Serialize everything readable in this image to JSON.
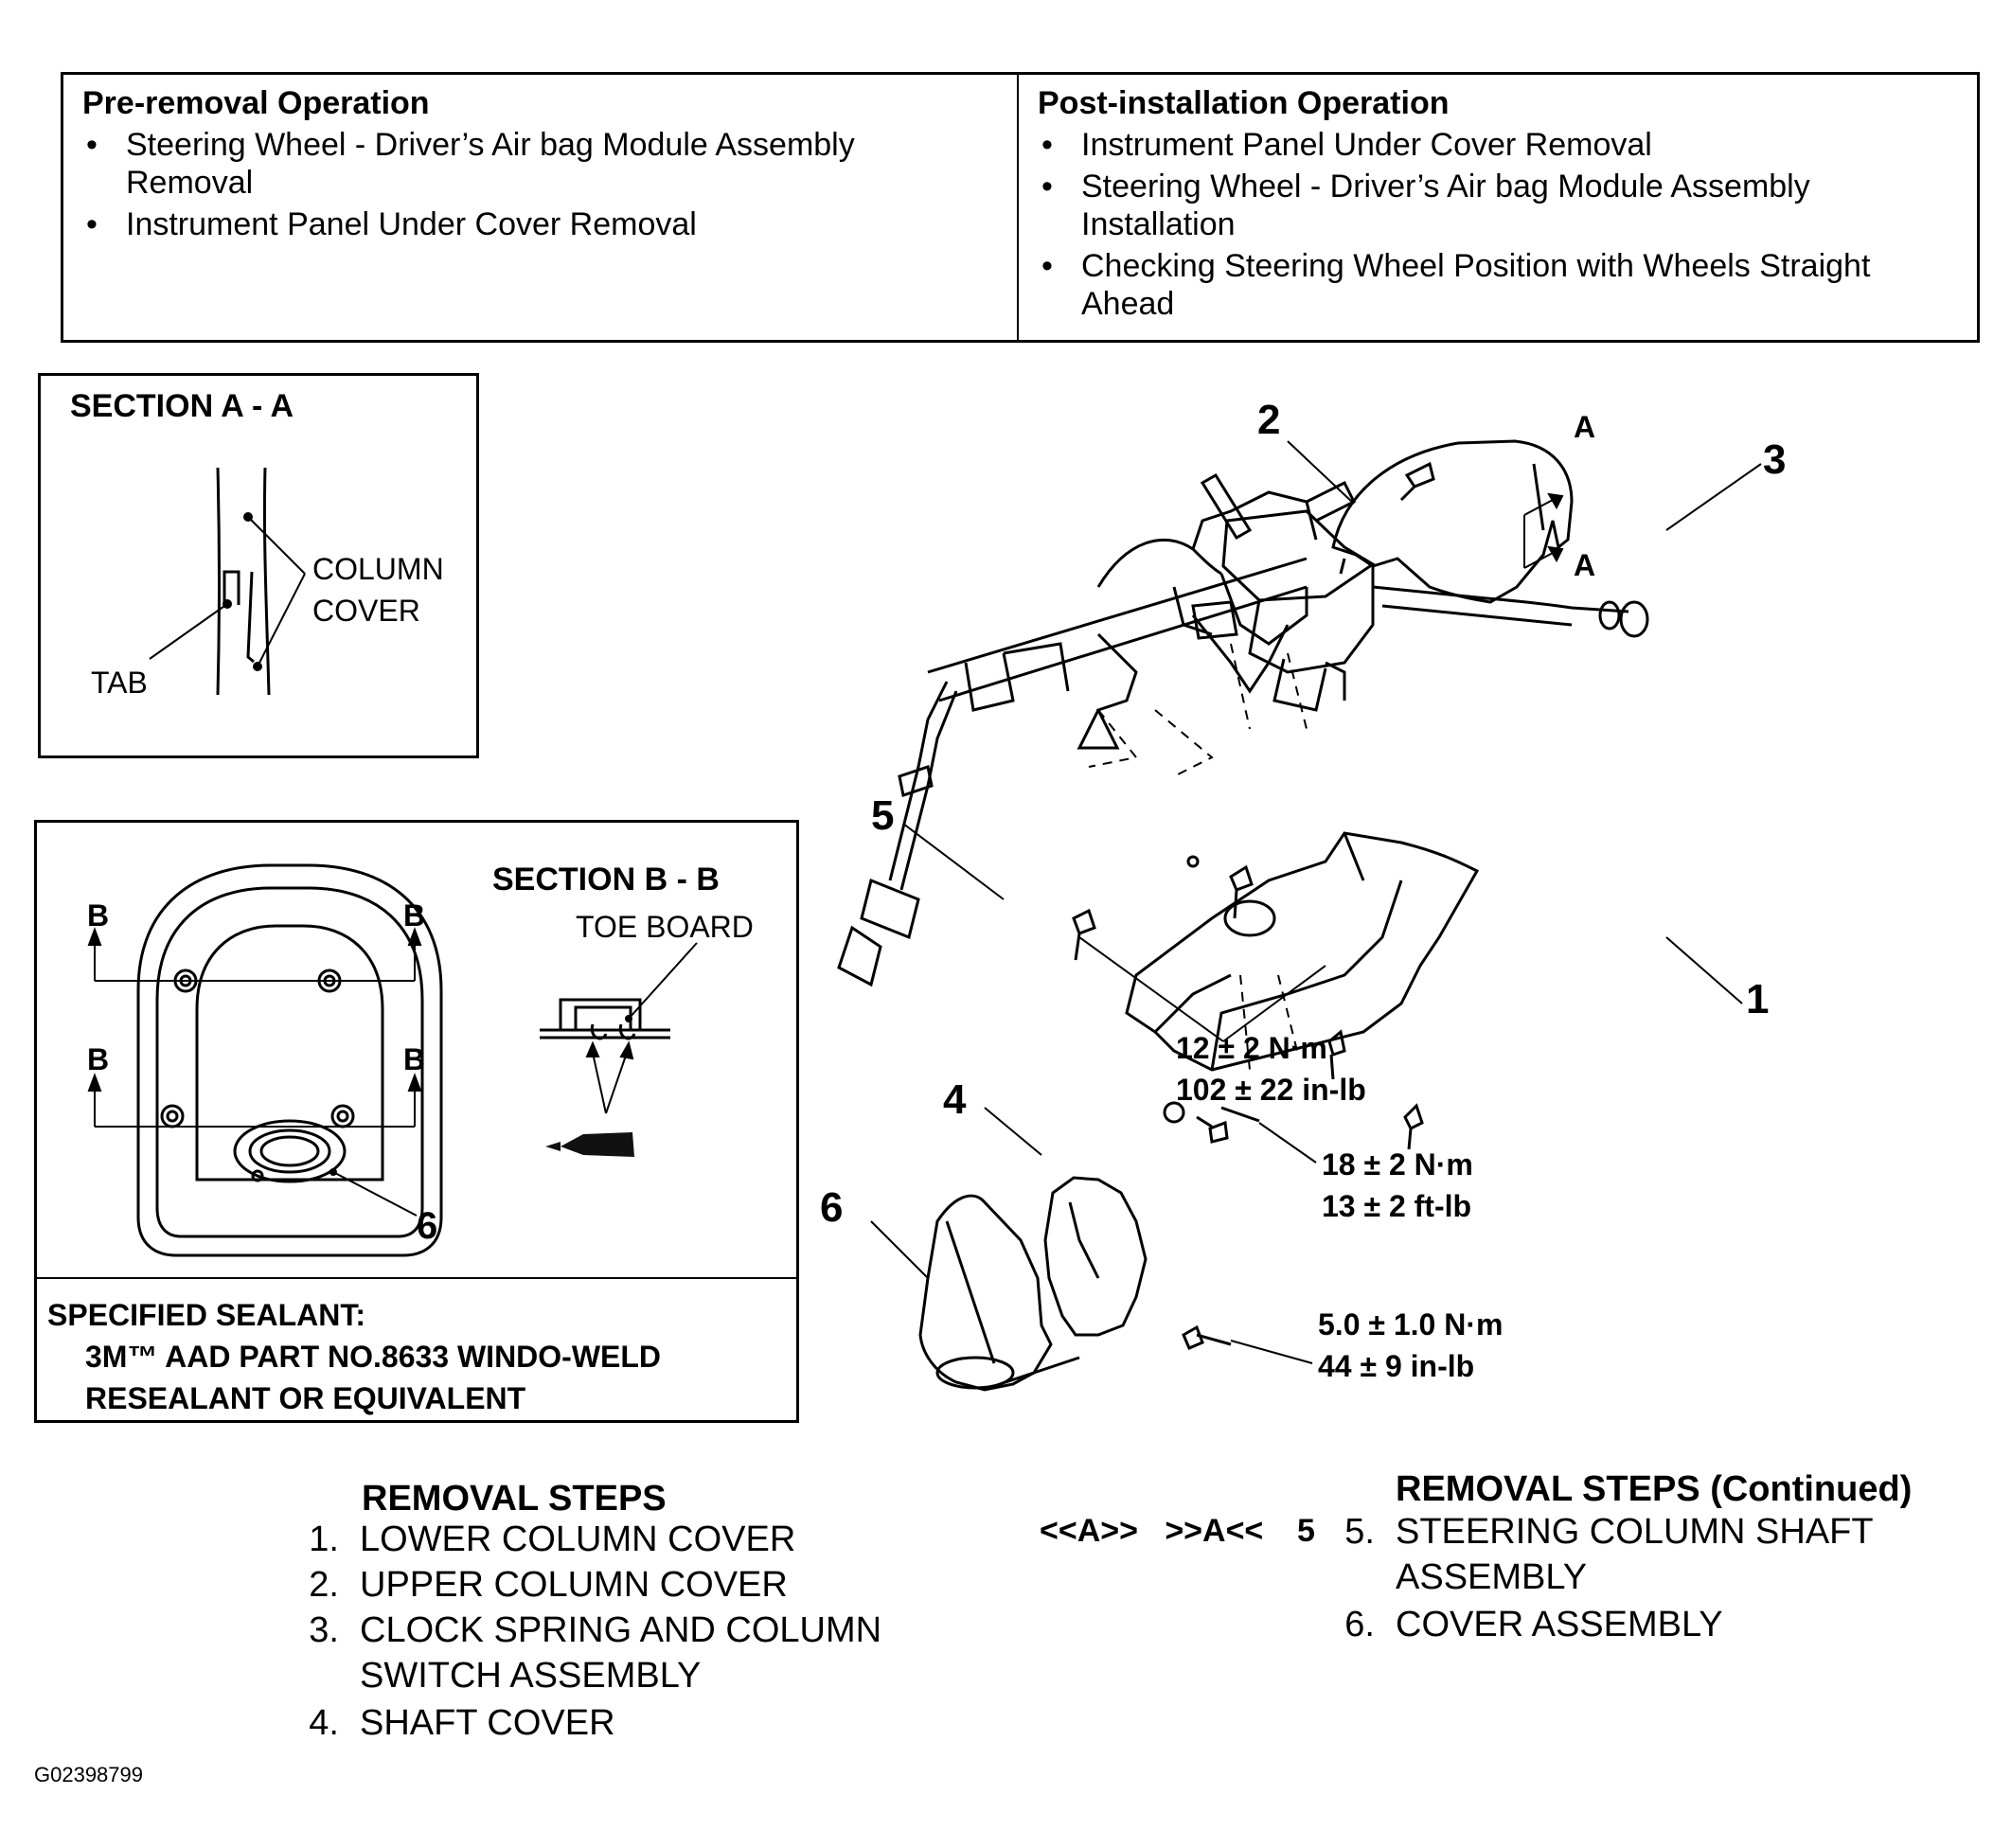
{
  "pre_removal": {
    "heading": "Pre-removal Operation",
    "items": [
      "Steering Wheel - Driver’s Air bag Module Assembly Removal",
      "Instrument Panel Under Cover Removal"
    ]
  },
  "post_installation": {
    "heading": "Post-installation Operation",
    "items": [
      "Instrument Panel Under Cover Removal",
      "Steering Wheel - Driver’s Air bag Module Assembly Installation",
      "Checking Steering Wheel Position with Wheels Straight Ahead"
    ]
  },
  "section_a": {
    "title": "SECTION A - A",
    "column_cover_line1": "COLUMN",
    "column_cover_line2": "COVER",
    "tab_label": "TAB"
  },
  "section_b": {
    "title": "SECTION B - B",
    "toe_board": "TOE BOARD",
    "marker": "B",
    "part_number": "6",
    "sealant_label": "SPECIFIED SEALANT:",
    "sealant_line1": "3M™ AAD PART NO.8633 WINDO-WELD",
    "sealant_line2": "RESEALANT OR EQUIVALENT"
  },
  "diagram": {
    "callouts": [
      "1",
      "2",
      "3",
      "4",
      "5",
      "6"
    ],
    "section_marker": "A",
    "torques": [
      {
        "metric": "12 ± 2 N·m",
        "imperial": "102 ± 22 in-lb"
      },
      {
        "metric": "18 ± 2 N·m",
        "imperial": "13 ± 2 ft-lb"
      },
      {
        "metric": "5.0 ± 1.0 N·m",
        "imperial": "44 ± 9 in-lb"
      }
    ]
  },
  "removal_steps": {
    "title": "REMOVAL STEPS",
    "steps": [
      {
        "num": "1.",
        "lines": [
          "LOWER COLUMN COVER"
        ]
      },
      {
        "num": "2.",
        "lines": [
          "UPPER COLUMN COVER"
        ]
      },
      {
        "num": "3.",
        "lines": [
          "CLOCK SPRING AND COLUMN",
          "SWITCH ASSEMBLY"
        ]
      },
      {
        "num": "4.",
        "lines": [
          "SHAFT COVER"
        ]
      }
    ]
  },
  "removal_steps_continued": {
    "title": "REMOVAL STEPS (Continued)",
    "step5_codes": "<<A>>   >>A<<",
    "steps": [
      {
        "num": "5.",
        "lines": [
          "STEERING COLUMN SHAFT",
          "ASSEMBLY"
        ]
      },
      {
        "num": "6.",
        "lines": [
          "COVER ASSEMBLY"
        ]
      }
    ]
  },
  "figure_code": "G02398799"
}
